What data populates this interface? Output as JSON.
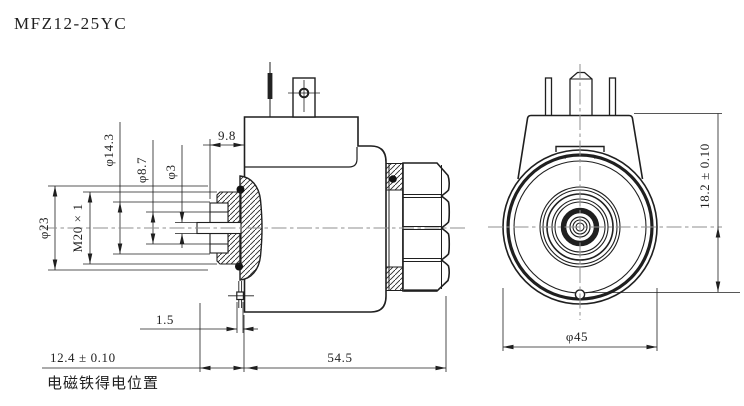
{
  "drawing": {
    "title": "MFZ12-25YC",
    "caption": "电磁铁得电位置",
    "colors": {
      "line": "#1f1f1f",
      "centerline": "#8f8f8f",
      "background": "#ffffff"
    },
    "views": {
      "side_section": {
        "label": "side cross-section view",
        "dims": {
          "phi23": "φ23",
          "m20x1": "M20 × 1",
          "phi14_3": "φ14.3",
          "phi8_7": "φ8.7",
          "phi3": "φ3",
          "len9_8": "9.8",
          "len1_5": "1.5",
          "len12_4": "12.4 ± 0.10",
          "len54_5": "54.5"
        }
      },
      "front": {
        "label": "front view",
        "dims": {
          "phi45": "φ45",
          "len18_2": "18.2 ± 0.10"
        }
      }
    }
  }
}
